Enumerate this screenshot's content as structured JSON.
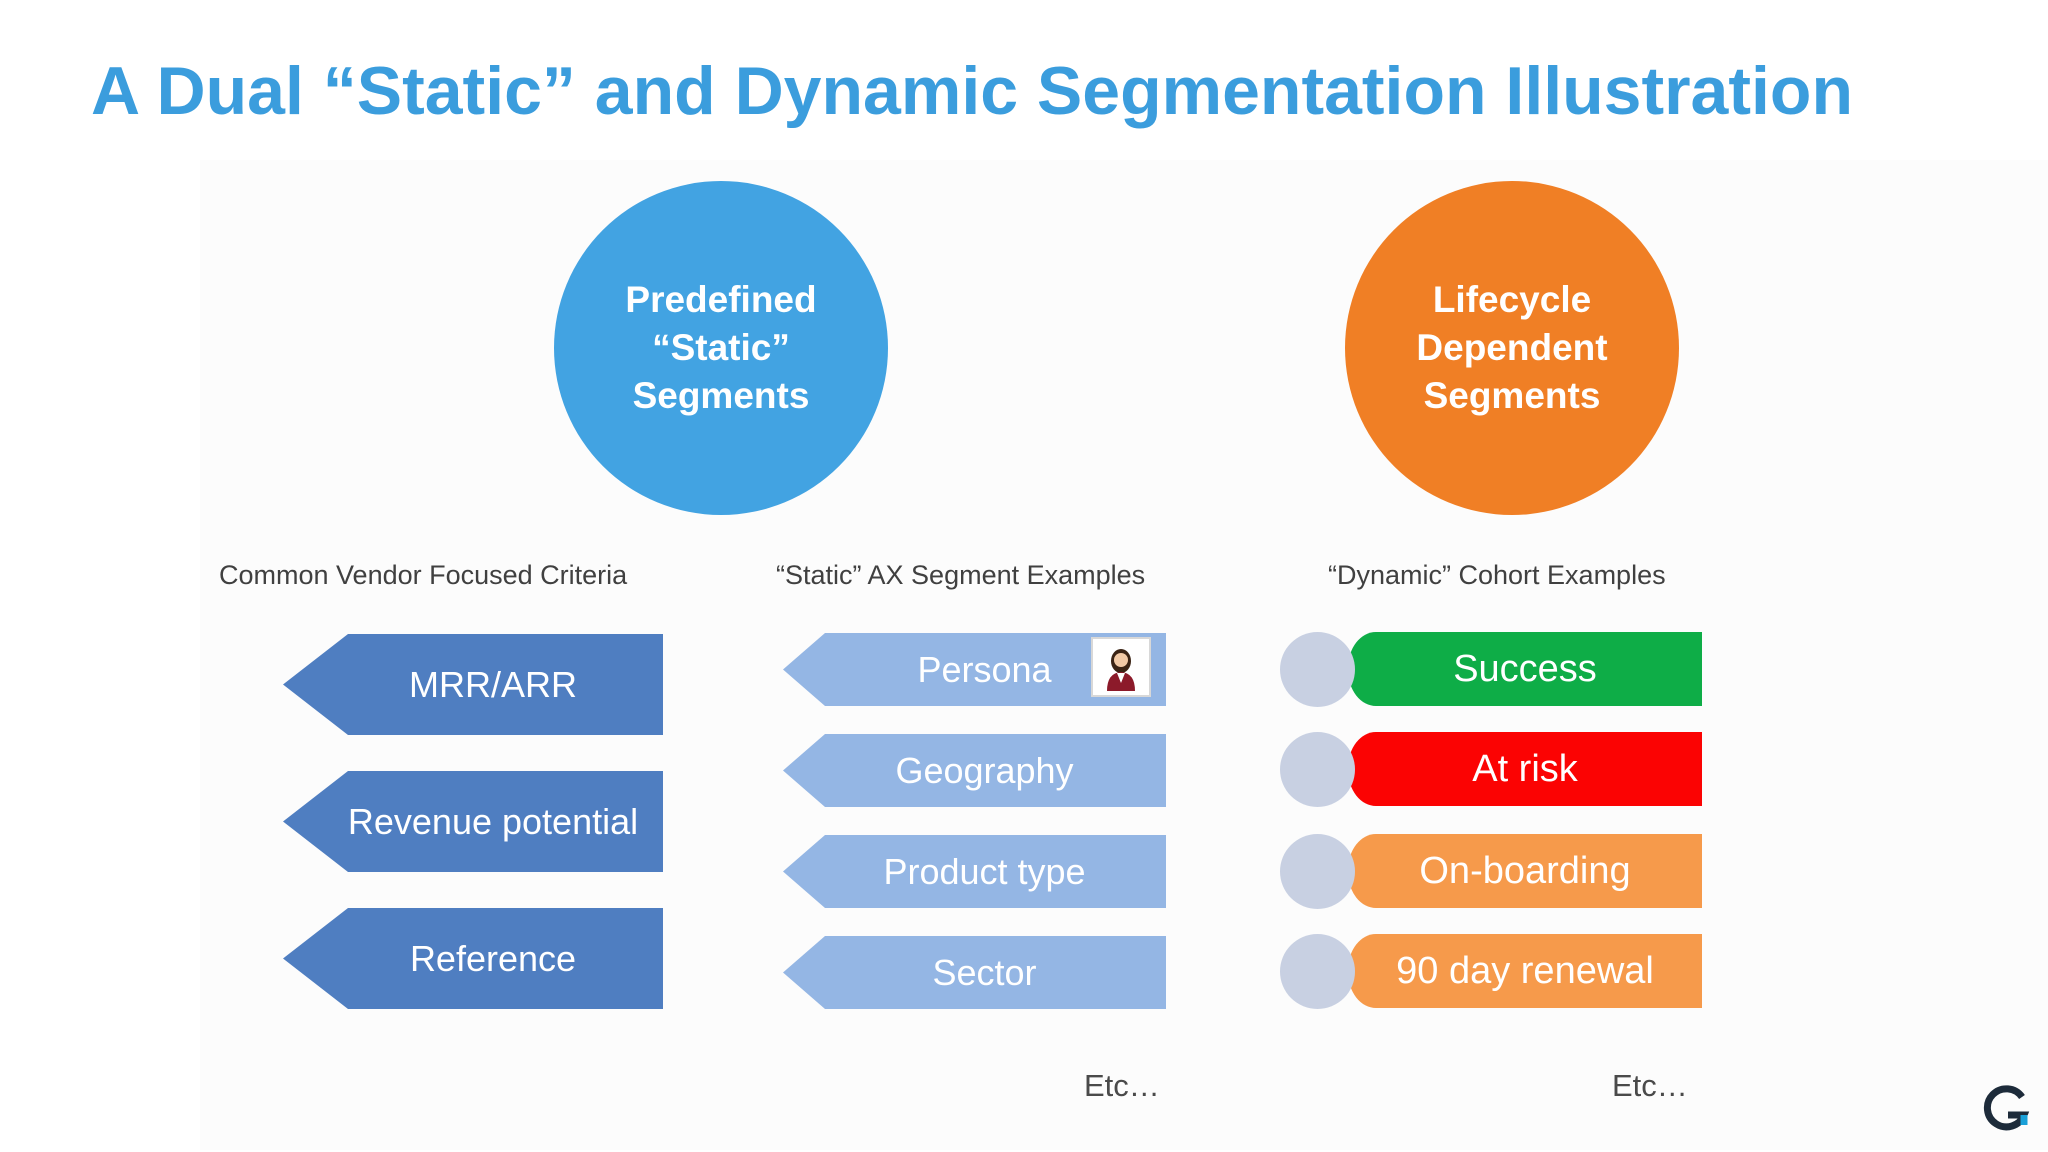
{
  "title": "A Dual “Static” and Dynamic Segmentation Illustration",
  "circles": {
    "static": {
      "lines": [
        "Predefined",
        "“Static”",
        "Segments"
      ],
      "color": "#42a3e2"
    },
    "dynamic": {
      "lines": [
        "Lifecycle",
        "Dependent",
        "Segments"
      ],
      "color": "#f07f25"
    }
  },
  "columns": {
    "criteria": {
      "heading": "Common Vendor Focused Criteria",
      "items": [
        "MRR/ARR",
        "Revenue potential",
        "Reference"
      ]
    },
    "static_examples": {
      "heading": "“Static” AX Segment Examples",
      "items": [
        "Persona",
        "Geography",
        "Product type",
        "Sector"
      ],
      "footer": "Etc…"
    },
    "dynamic_examples": {
      "heading": "“Dynamic” Cohort Examples",
      "items": [
        {
          "label": "Success",
          "color": "#0ead47"
        },
        {
          "label": "At risk",
          "color": "#fb0303"
        },
        {
          "label": "On-boarding",
          "color": "#f69a4b"
        },
        {
          "label": "90 day renewal",
          "color": "#f69a4b"
        }
      ],
      "footer": "Etc…"
    }
  },
  "icons": {
    "persona": "person-icon",
    "brand": "g-logo-icon"
  }
}
